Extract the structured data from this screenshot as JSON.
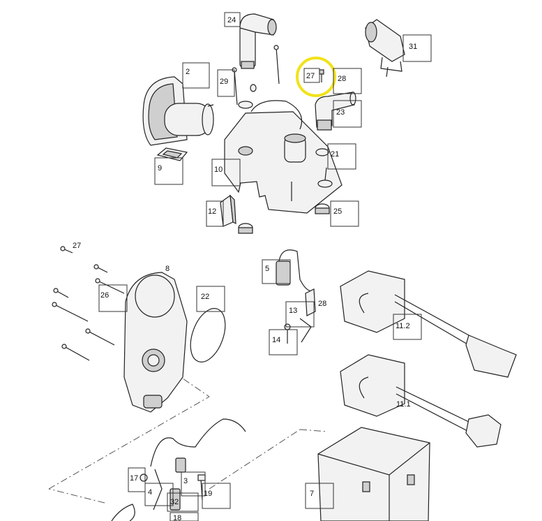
{
  "highlight_color": "#f2e21b",
  "callouts": [
    {
      "id": "c24",
      "label": "24"
    },
    {
      "id": "c2",
      "label": "2"
    },
    {
      "id": "c29",
      "label": "29"
    },
    {
      "id": "c27a",
      "label": "27"
    },
    {
      "id": "c28a",
      "label": "28"
    },
    {
      "id": "c23",
      "label": "23"
    },
    {
      "id": "c31",
      "label": "31"
    },
    {
      "id": "c9",
      "label": "9"
    },
    {
      "id": "c10",
      "label": "10"
    },
    {
      "id": "c21",
      "label": "21"
    },
    {
      "id": "c12",
      "label": "12"
    },
    {
      "id": "c25",
      "label": "25"
    },
    {
      "id": "c27b",
      "label": "27"
    },
    {
      "id": "c8",
      "label": "8"
    },
    {
      "id": "c26",
      "label": "26"
    },
    {
      "id": "c22",
      "label": "22"
    },
    {
      "id": "c5",
      "label": "5"
    },
    {
      "id": "c13",
      "label": "13"
    },
    {
      "id": "c28b",
      "label": "28"
    },
    {
      "id": "c14",
      "label": "14"
    },
    {
      "id": "c112",
      "label": "11.2"
    },
    {
      "id": "c111",
      "label": "11.1"
    },
    {
      "id": "c17",
      "label": "17"
    },
    {
      "id": "c4",
      "label": "4"
    },
    {
      "id": "c3",
      "label": "3"
    },
    {
      "id": "c19",
      "label": "19"
    },
    {
      "id": "c32",
      "label": "32"
    },
    {
      "id": "c18",
      "label": "18"
    },
    {
      "id": "c7",
      "label": "7"
    }
  ]
}
